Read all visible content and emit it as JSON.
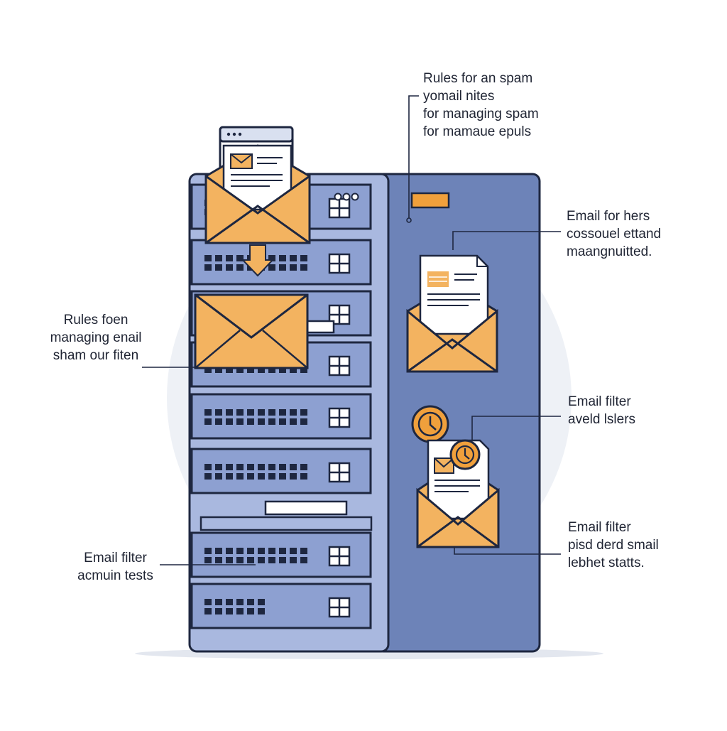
{
  "colors": {
    "rack_body": "#6d83b8",
    "rack_light": "#a9b8df",
    "rack_panel": "#8da0d1",
    "outline": "#1e2740",
    "envelope": "#f3b360",
    "accent_orange": "#f0a03c",
    "backdrop_circle": "#eef1f6"
  },
  "labels": {
    "top": [
      "Rules for an spam",
      "yomail nites",
      "for managing spam",
      "for mamaue epuls"
    ],
    "right_top": [
      "Email for hers",
      "cossouel ettand",
      "maangnuitted."
    ],
    "left_mid": [
      "Rules foen",
      "managing enail",
      "sham our fiten"
    ],
    "right_mid": [
      "Email filter",
      "aveld lslers"
    ],
    "right_bottom": [
      "Email filter",
      "pisd derd smail",
      "lebhet statts."
    ],
    "left_bottom": [
      "Email filter",
      "acmuin tests"
    ]
  }
}
